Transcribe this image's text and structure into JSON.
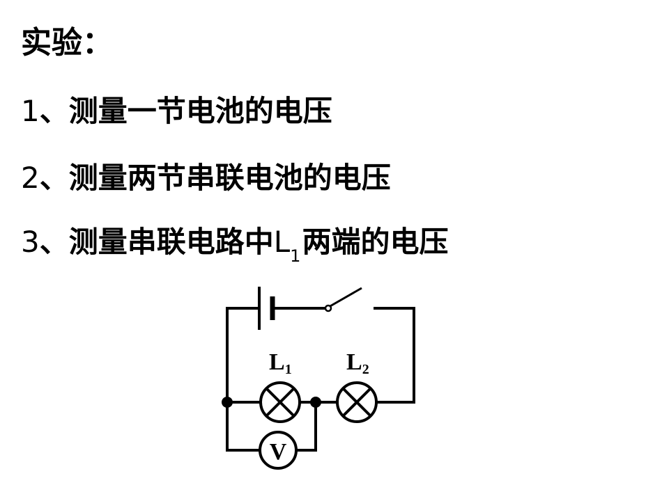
{
  "heading": "实验：",
  "items": [
    {
      "number": "1",
      "text": "、测量一节电池的电压"
    },
    {
      "number": "2",
      "text": "、测量两节串联电池的电压"
    },
    {
      "number": "3",
      "text_before": "、测量串联电路中",
      "letter": "L",
      "subscript": "1",
      "text_after": "两端的电压"
    }
  ],
  "circuit": {
    "lamp1": {
      "letter": "L",
      "subscript": "1"
    },
    "lamp2": {
      "letter": "L",
      "subscript": "2"
    },
    "meter": "V"
  }
}
